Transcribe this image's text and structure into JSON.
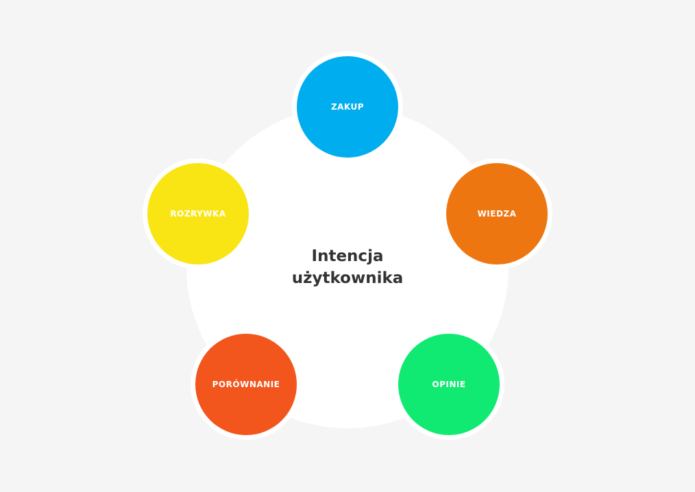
{
  "center": {
    "line1": "Intencja",
    "line2": "użytkownika"
  },
  "nodes": [
    {
      "label": "ZAKUP",
      "color": "#00aeef"
    },
    {
      "label": "WIEDZA",
      "color": "#ee7611"
    },
    {
      "label": "OPINIE",
      "color": "#10ea72"
    },
    {
      "label": "PORÓWNANIE",
      "color": "#f2561d"
    },
    {
      "label": "ROZRYWKA",
      "color": "#f9e514"
    }
  ]
}
